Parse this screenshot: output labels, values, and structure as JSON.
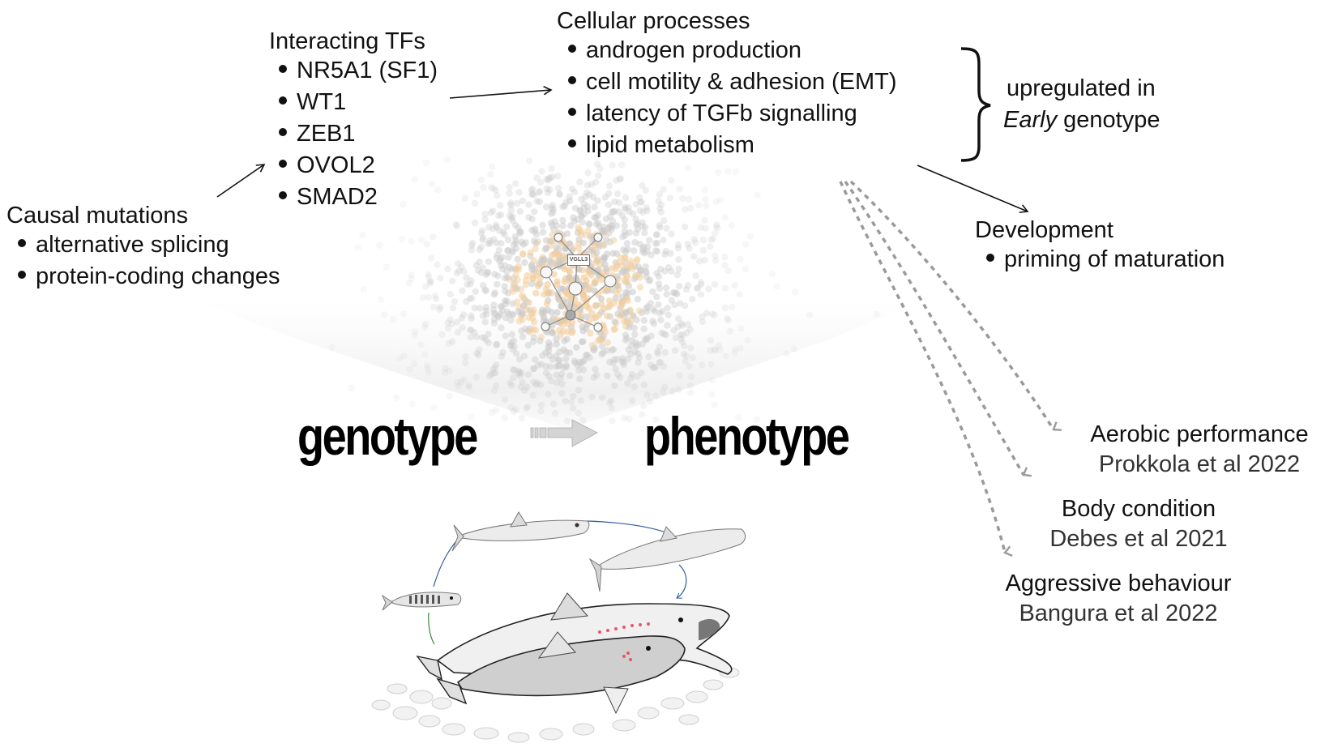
{
  "network": {
    "hub_label": "VGLL3",
    "colors": {
      "grey_dots": "#c9c9c9",
      "orange_dots": "#f2cd9c",
      "edge": "#8a8a8a",
      "hub_fill": "#a9a9a9"
    }
  },
  "causal_mutations": {
    "title": "Causal mutations",
    "items": [
      "alternative splicing",
      "protein-coding changes"
    ]
  },
  "interacting_tfs": {
    "title": "Interacting TFs",
    "items": [
      "NR5A1 (SF1)",
      "WT1",
      "ZEB1",
      "OVOL2",
      "SMAD2"
    ]
  },
  "cellular_processes": {
    "title": "Cellular processes",
    "items": [
      "androgen production",
      "cell motility & adhesion (EMT)",
      "latency of TGFb signalling",
      "lipid metabolism"
    ]
  },
  "upregulated": {
    "line1": "upregulated in",
    "line2_em": "Early",
    "line2_rest": " genotype"
  },
  "development": {
    "title": "Development",
    "items": [
      "priming of maturation"
    ]
  },
  "flow": {
    "genotype": "genotype",
    "phenotype": "phenotype"
  },
  "phenotypes": [
    {
      "title": "Aerobic performance",
      "ref": "Prokkola et al 2022"
    },
    {
      "title": "Body condition",
      "ref": "Debes et al 2021"
    },
    {
      "title": "Aggressive behaviour",
      "ref": "Bangura et al 2022"
    }
  ],
  "colors": {
    "text": "#111111",
    "dashed_arrow": "#9a9a9a",
    "lifecycle_arrow_blue": "#2f5d9b",
    "lifecycle_arrow_green": "#3a8a3a",
    "spawning_red": "#e8566b"
  }
}
